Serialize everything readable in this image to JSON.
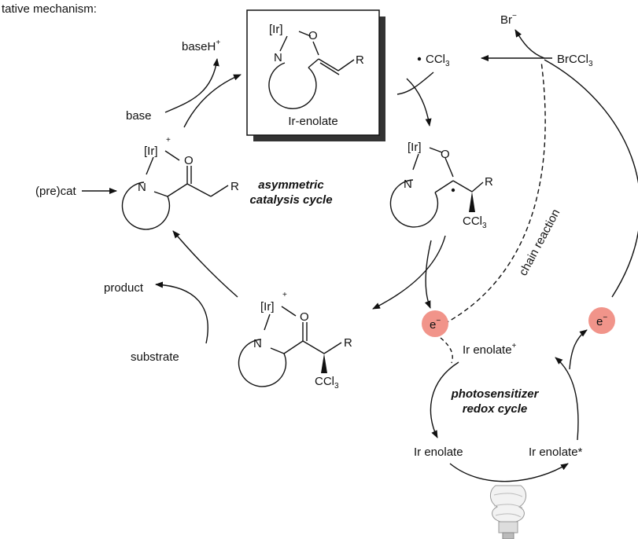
{
  "header": "tative mechanism:",
  "box": {
    "caption": "Ir-enolate"
  },
  "labels": {
    "base_h": "baseH",
    "base_h_sup": "+",
    "base": "base",
    "precat": "(pre)cat",
    "product": "product",
    "substrate": "substrate",
    "ccl3_radical": "CCl",
    "ccl3_radical_sub": "3",
    "br_minus": "Br",
    "br_minus_sup": "−",
    "brccl3": "BrCCl",
    "brccl3_sub": "3",
    "chain_reaction": "chain reaction",
    "ir_enolate_plus": "Ir enolate",
    "ir_enolate_plus_sup": "+",
    "ir_enolate": "Ir enolate",
    "ir_enolate_star": "Ir enolate*",
    "electron": "e",
    "electron_sup": "−"
  },
  "cycles": {
    "asym_line1": "asymmetric",
    "asym_line2": "catalysis cycle",
    "photo_line1": "photosensitizer",
    "photo_line2": "redox cycle"
  },
  "atoms": {
    "ir": "[Ir]",
    "o": "O",
    "n": "N",
    "r": "R",
    "plus": "+",
    "ccl": "CCl",
    "three": "3"
  },
  "colors": {
    "electron_fill": "#f1948a",
    "box_shadow": "#333333"
  }
}
